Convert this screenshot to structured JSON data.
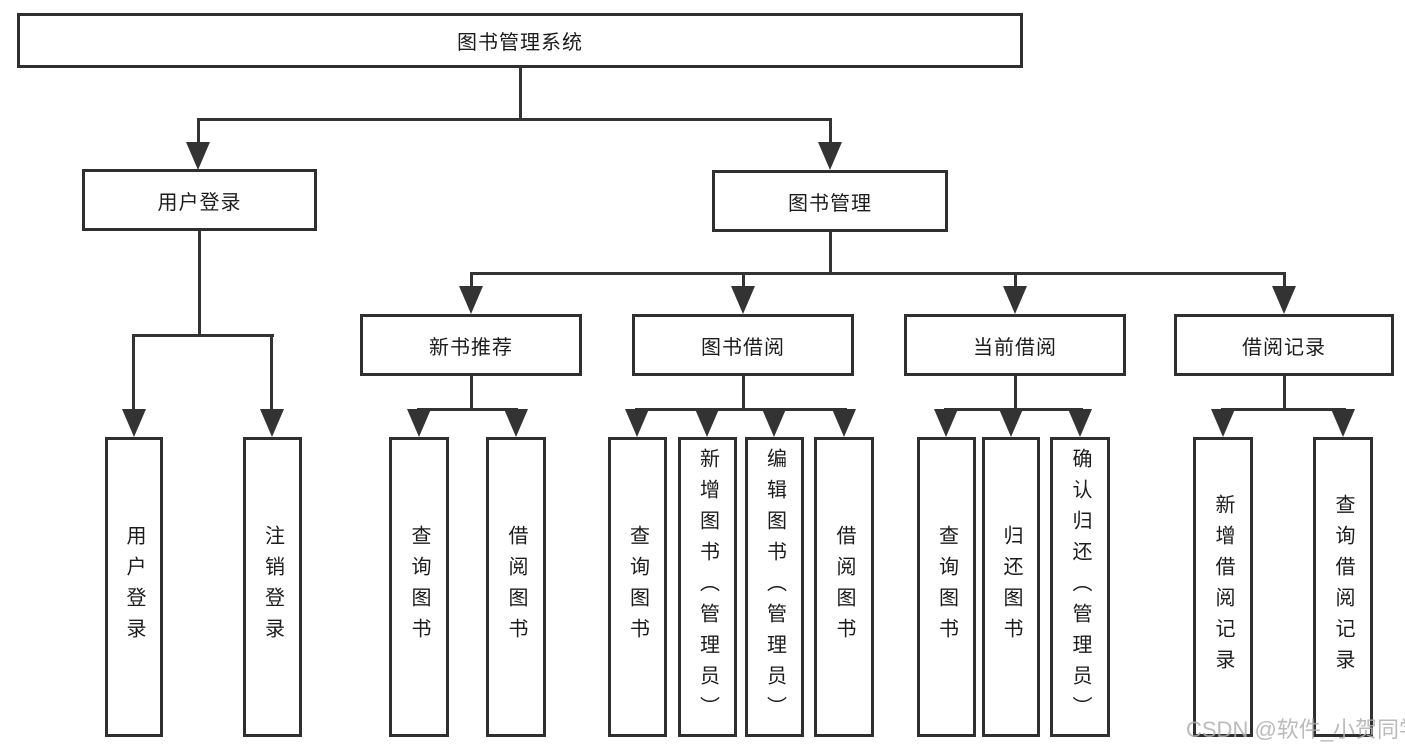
{
  "diagram": {
    "root": {
      "label": "图书管理系统"
    },
    "level2": [
      {
        "label": "用户登录"
      },
      {
        "label": "图书管理"
      }
    ],
    "level3": [
      {
        "label": "新书推荐"
      },
      {
        "label": "图书借阅"
      },
      {
        "label": "当前借阅"
      },
      {
        "label": "借阅记录"
      }
    ],
    "leaves": {
      "user_login": [
        "用户登录",
        "注销登录"
      ],
      "new_book_rec": [
        "查询图书",
        "借阅图书"
      ],
      "book_borrow": [
        "查询图书",
        "新增图书（管理员）",
        "编辑图书（管理员）",
        "借阅图书"
      ],
      "current_borrow": [
        "查询图书",
        "归还图书",
        "确认归还（管理员）"
      ],
      "borrow_records": [
        "新增借阅记录",
        "查询借阅记录"
      ]
    }
  },
  "watermark": {
    "text": "CSDN @软件_小贺同学"
  },
  "colors": {
    "line": "#333333",
    "border": "#2f2f2f",
    "text": "#1c1c1c",
    "background": "#ffffff",
    "watermark": "#afafaf"
  }
}
